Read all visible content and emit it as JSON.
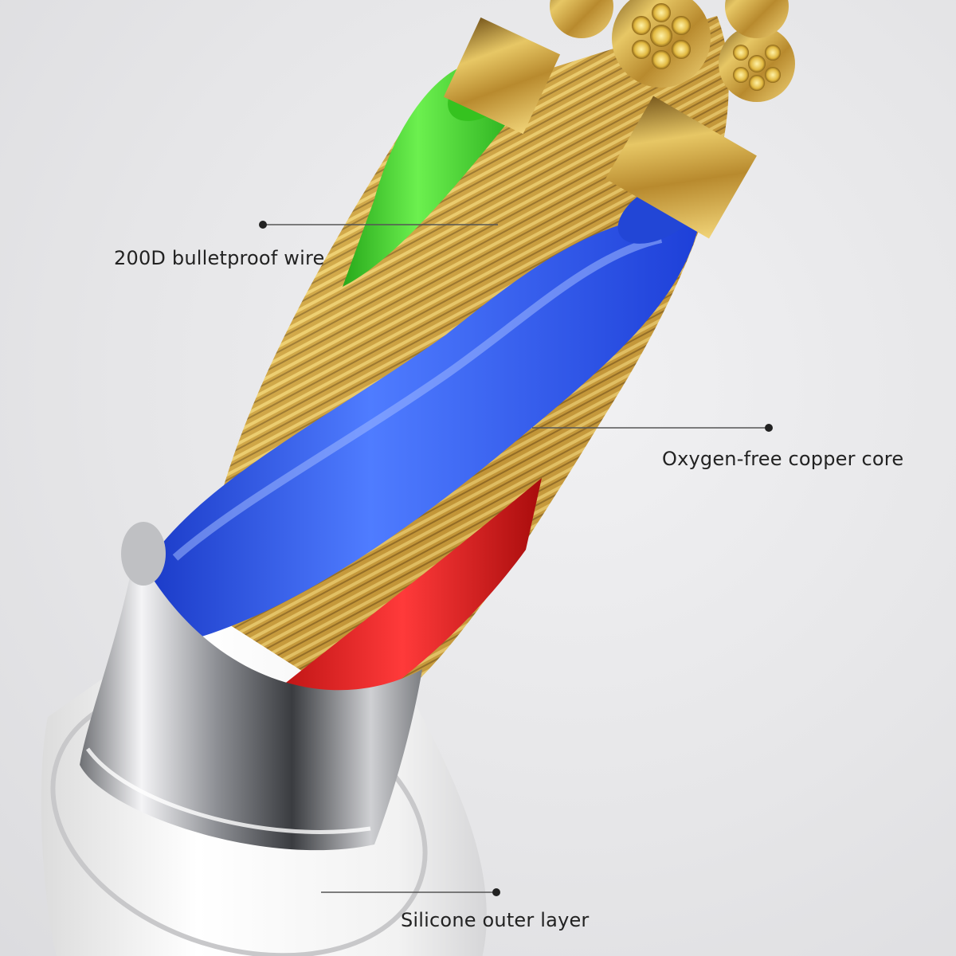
{
  "callouts": {
    "bulletproof_wire": "200D bulletproof wire",
    "copper_core": "Oxygen-free copper core",
    "silicone_layer": "Silicone outer layer"
  },
  "colors": {
    "background": "#e8e8ea",
    "outer_jacket": "#f4f4f4",
    "metal_sleeve": "#c9cacc",
    "gold_strands": "#d8b24a",
    "blue_wire": "#2f57e8",
    "green_wire": "#3fd02a",
    "red_wire": "#d81c1c",
    "leader_line": "#555555"
  }
}
